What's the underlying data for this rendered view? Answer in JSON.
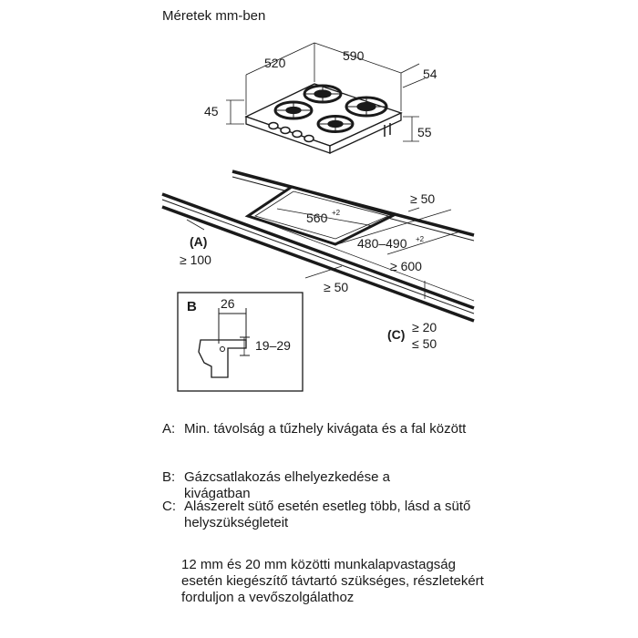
{
  "title": "Méretek mm-ben",
  "hob_dims": {
    "depth": "520",
    "width": "590",
    "side_offset": "54",
    "height": "45",
    "back_height": "55"
  },
  "cutout": {
    "width": "560",
    "width_tol": "+2",
    "depth": "480–490",
    "depth_tol": "+2",
    "clear_back": "≥ 50",
    "clear_side": "≥ 600",
    "clear_front": "≥ 50",
    "label_a": "(A)",
    "clear_a": "≥ 100",
    "label_c": "(C)",
    "clear_c_min": "≥ 20",
    "clear_c_max": "≤ 50"
  },
  "detail_b": {
    "label": "B",
    "offset": "26",
    "range": "19–29"
  },
  "legend": [
    {
      "key": "A:",
      "text": "Min. távolság a tűzhely kivágata és a fal között"
    },
    {
      "key": "B:",
      "text": "Gázcsatlakozás elhelyezkedése a kivágatban"
    },
    {
      "key": "C:",
      "text": "Alászerelt sütő esetén esetleg több, lásd a sütő helyszükségleteit"
    }
  ],
  "note": "12 mm és 20 mm közötti munkalapvastagság esetén kiegészítő távtartó szükséges, részletekért forduljon a vevőszolgálathoz"
}
